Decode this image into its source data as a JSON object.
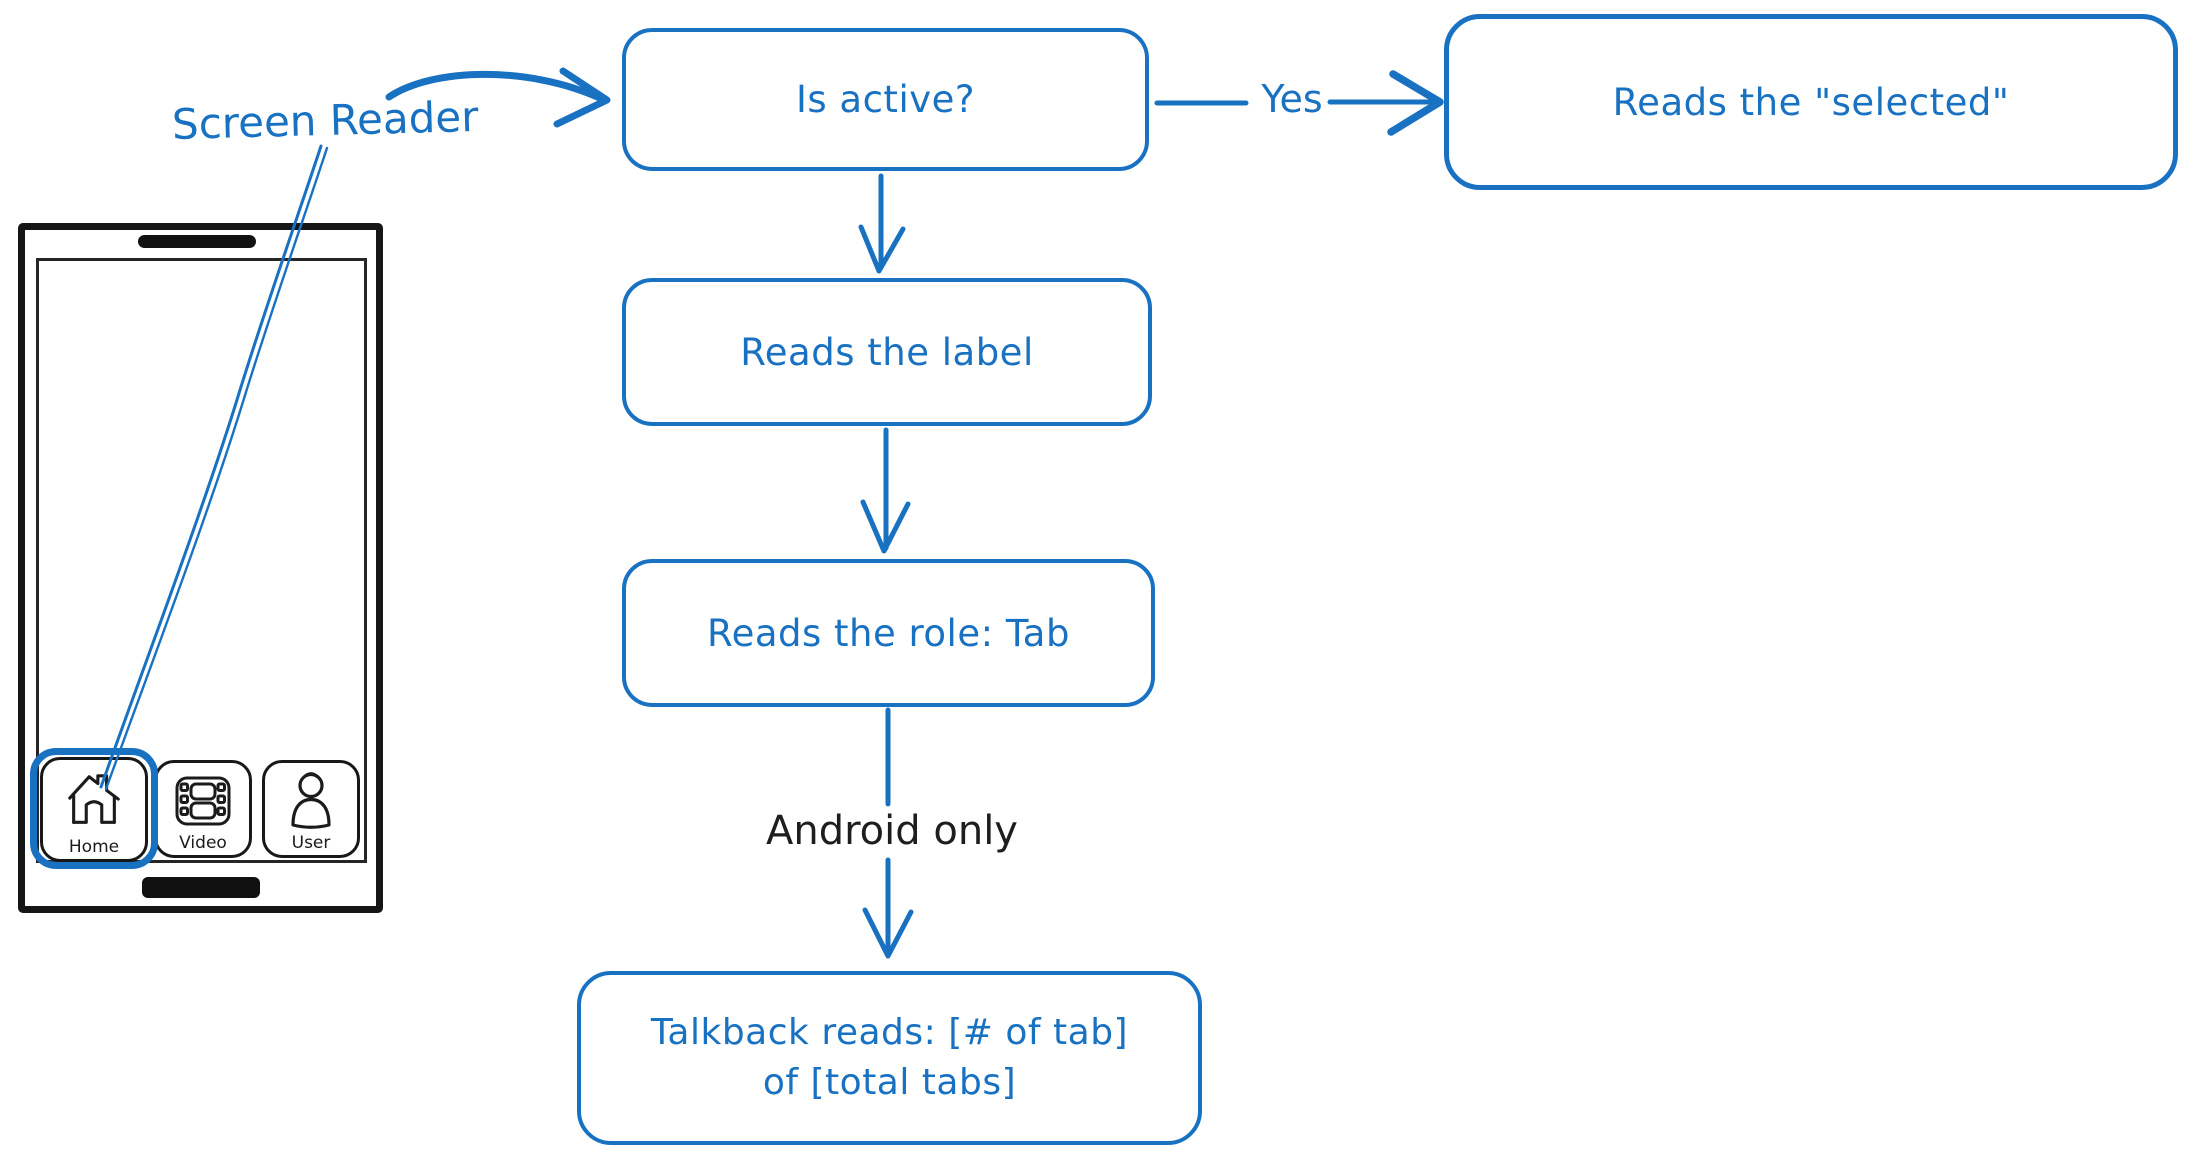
{
  "diagram": {
    "labels": {
      "screen_reader": "Screen Reader",
      "yes": "Yes",
      "android_only": "Android only"
    },
    "nodes": {
      "is_active": "Is active?",
      "reads_selected": "Reads the \"selected\"",
      "reads_label": "Reads the label",
      "reads_role": "Reads the role: Tab",
      "talkback_line1": "Talkback reads: [# of tab]",
      "talkback_line2": "of [total tabs]"
    },
    "colors": {
      "accent": "#1971c2",
      "ink": "#1e1e1e"
    }
  },
  "phone": {
    "tabs": [
      {
        "label": "Home",
        "icon": "home-icon",
        "active": true
      },
      {
        "label": "Video",
        "icon": "video-icon",
        "active": false
      },
      {
        "label": "User",
        "icon": "user-icon",
        "active": false
      }
    ]
  }
}
